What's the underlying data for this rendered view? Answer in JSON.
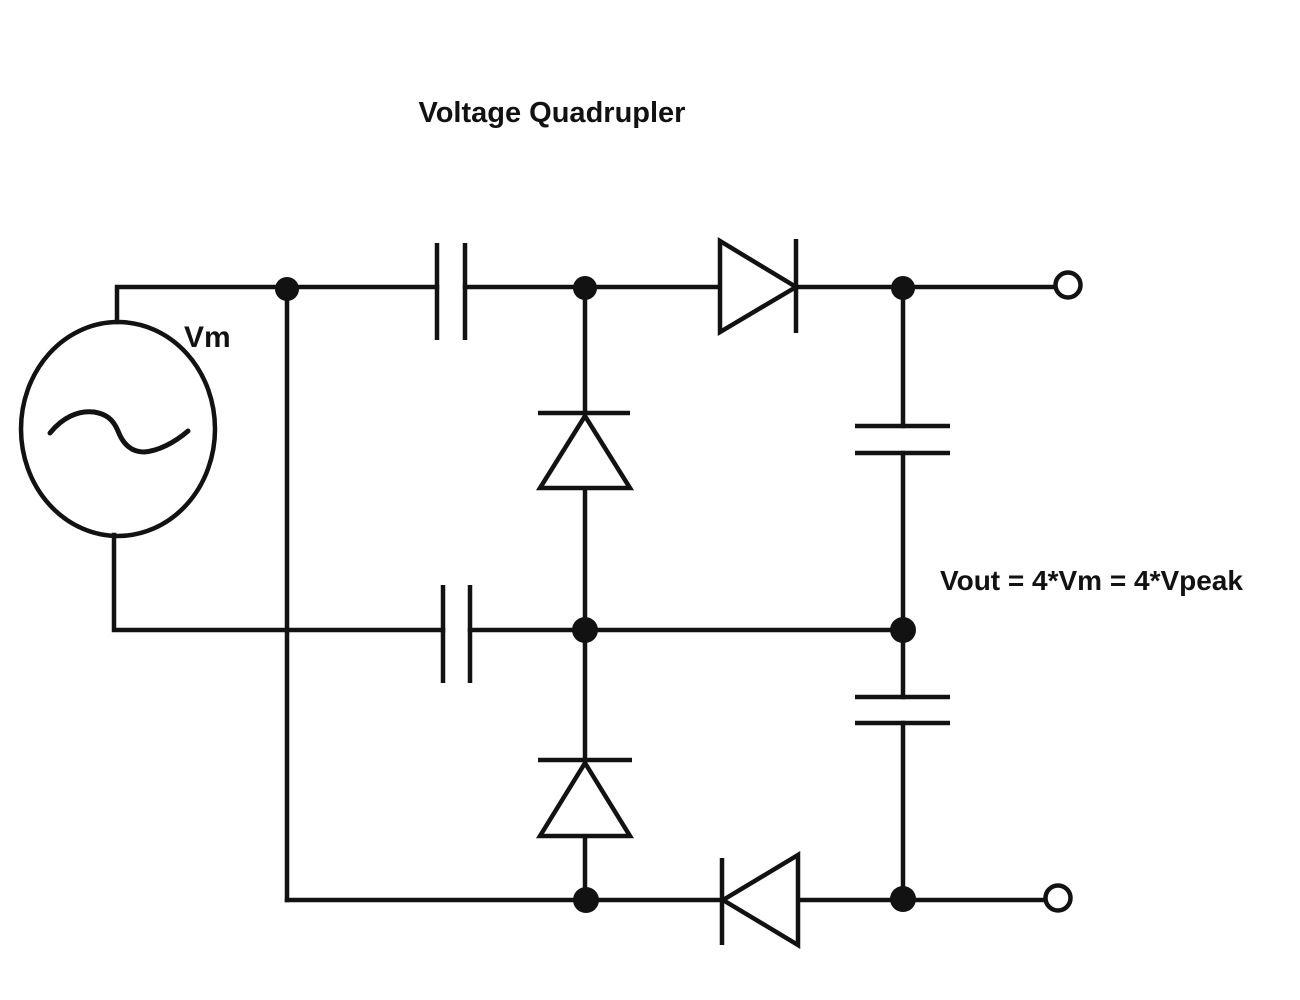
{
  "diagram": {
    "title": "Voltage Quadrupler",
    "source_label": "Vm",
    "output_label": "Vout = 4*Vm = 4*Vpeak",
    "colors": {
      "line": "#121212",
      "background": "#ffffff"
    },
    "components": [
      {
        "id": "ac-source",
        "type": "ac-voltage-source",
        "label": "Vm"
      },
      {
        "id": "capacitor-c1",
        "type": "capacitor",
        "orientation": "vertical-plates",
        "position": "top-series"
      },
      {
        "id": "capacitor-c2",
        "type": "capacitor",
        "orientation": "vertical-plates",
        "position": "middle-series"
      },
      {
        "id": "capacitor-c3",
        "type": "capacitor",
        "orientation": "horizontal-plates",
        "position": "output-upper"
      },
      {
        "id": "capacitor-c4",
        "type": "capacitor",
        "orientation": "horizontal-plates",
        "position": "output-lower"
      },
      {
        "id": "diode-d1",
        "type": "diode",
        "pointing": "right",
        "position": "top-branch"
      },
      {
        "id": "diode-d2",
        "type": "diode",
        "pointing": "up",
        "position": "upper-shunt"
      },
      {
        "id": "diode-d3",
        "type": "diode",
        "pointing": "up",
        "position": "lower-shunt"
      },
      {
        "id": "diode-d4",
        "type": "diode",
        "pointing": "left",
        "position": "bottom-branch"
      },
      {
        "id": "terminal-top",
        "type": "open-terminal",
        "position": "output-top-right"
      },
      {
        "id": "terminal-bottom",
        "type": "open-terminal",
        "position": "output-bottom-right"
      }
    ],
    "junction_count": 7
  }
}
